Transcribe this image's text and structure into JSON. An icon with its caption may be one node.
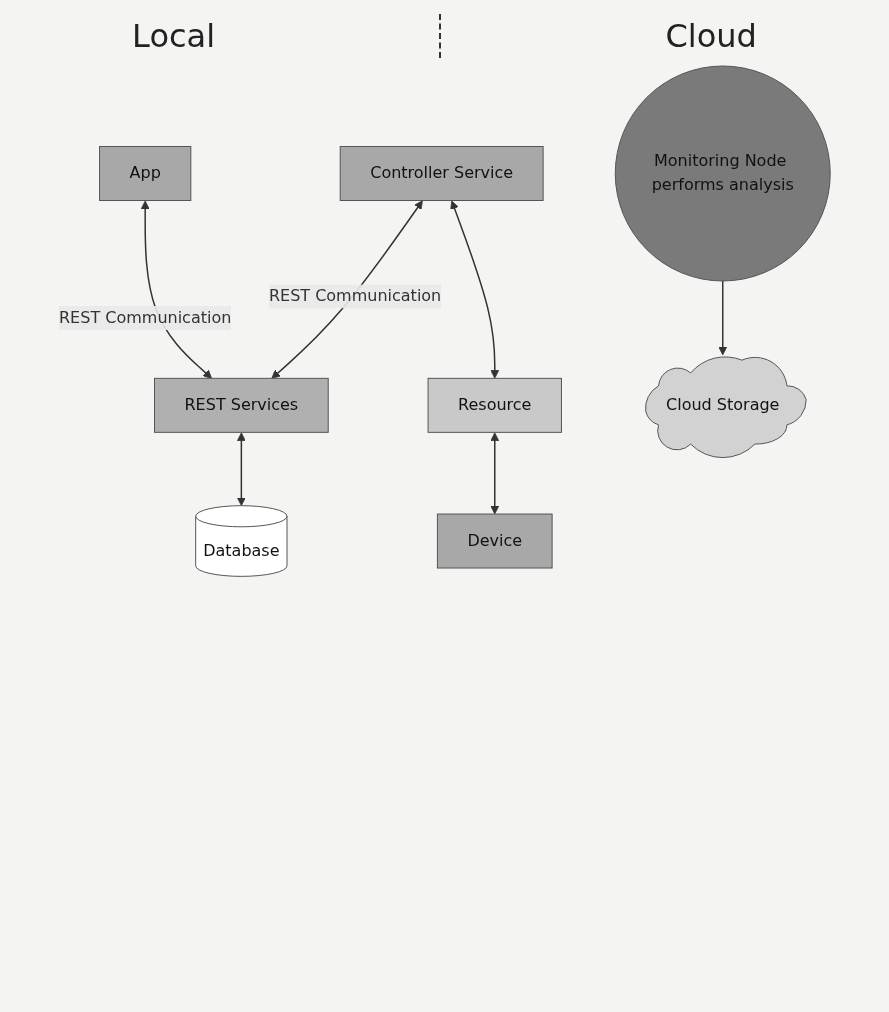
{
  "diagram": {
    "nodes": [
      {
        "text": [
          "App"
        ]
      },
      {
        "text": [
          "REST Services"
        ]
      },
      {
        "text": [
          "Database"
        ]
      },
      {
        "text": [
          "Controller Service"
        ]
      },
      {
        "text": [
          "Resource"
        ]
      },
      {
        "text": [
          "Device"
        ]
      },
      {
        "text": [
          "Monitoring Node performs analysis"
        ]
      },
      {
        "text": [
          "Cloud Storage"
        ]
      }
    ],
    "edges": [
      {
        "from": 0,
        "to": 1,
        "arrow": "both",
        "label": "REST Communication"
      },
      {
        "from": 3,
        "to": 1,
        "arrow": "both",
        "label": "REST Communication"
      },
      {
        "from": 1,
        "to": 2,
        "arrow": "both"
      },
      {
        "from": 3,
        "to": 4,
        "arrow": "both"
      },
      {
        "from": 4,
        "to": 5,
        "arrow": "both"
      },
      {
        "from": 6,
        "to": 7,
        "arrow": "to"
      }
    ],
    "labels": [
      "Local",
      "Cloud"
    ]
  }
}
